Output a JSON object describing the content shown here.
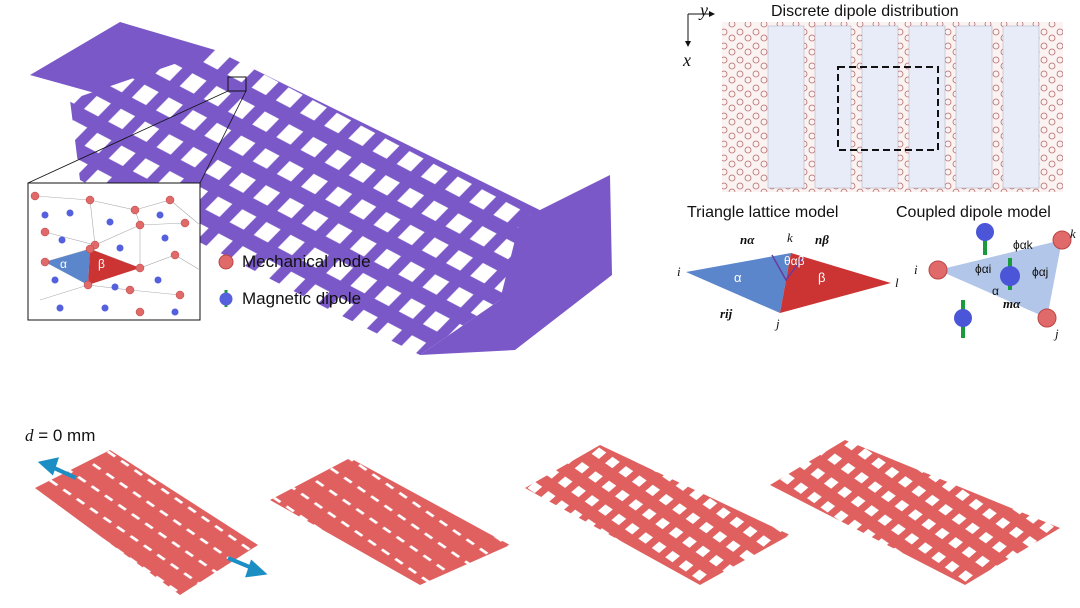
{
  "legend": {
    "mechanical_node": "Mechanical node",
    "magnetic_dipole": "Magnetic dipole"
  },
  "inset": {
    "alpha": "α",
    "beta": "β"
  },
  "dipole_panel": {
    "title": "Discrete dipole distribution",
    "axis_x": "x",
    "axis_y": "y"
  },
  "triangle_model": {
    "title": "Triangle lattice model",
    "n_alpha": "nα",
    "n_beta": "nβ",
    "theta": "θαβ",
    "alpha": "α",
    "beta": "β",
    "i": "i",
    "j": "j",
    "k": "k",
    "l": "l",
    "r_ij": "rij"
  },
  "coupled_model": {
    "title": "Coupled dipole model",
    "phi_i": "ϕαi",
    "phi_j": "ϕαj",
    "phi_k": "ϕαk",
    "alpha": "α",
    "m_alpha": "mα",
    "i": "i",
    "j": "j",
    "k": "k"
  },
  "bottom": {
    "label": "d = 0 mm",
    "d": "d",
    "rest": " = 0 mm"
  },
  "colors": {
    "purple": "#7a58c8",
    "red": "#dd5555",
    "blue": "#5b86cc",
    "arrow": "#1b8fc4"
  }
}
